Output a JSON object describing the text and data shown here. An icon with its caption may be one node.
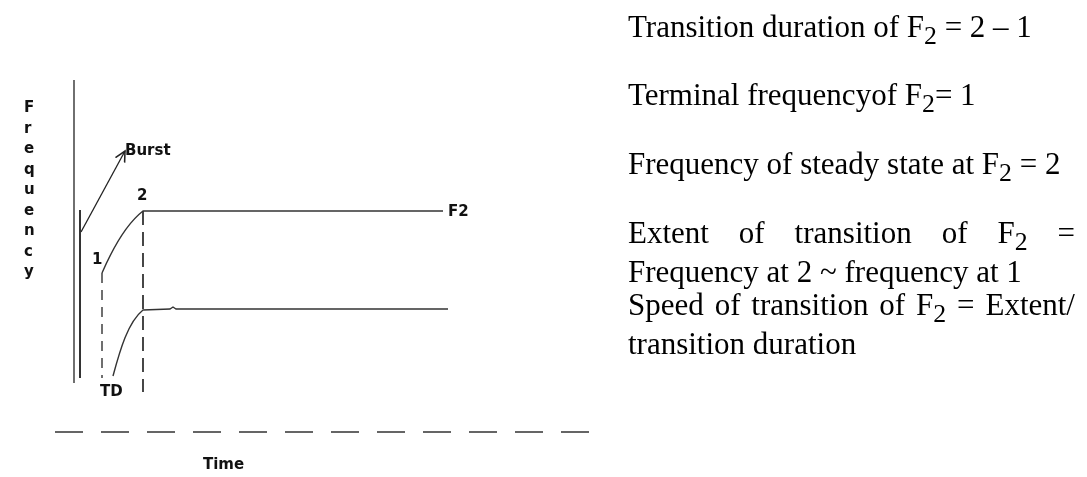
{
  "diagram": {
    "nodes": [
      {
        "text": [],
        "shape": "bar"
      },
      {
        "text": [
          "Burst"
        ]
      }
    ],
    "edges": [
      {
        "from": 0,
        "to": 1,
        "arrow": "to"
      }
    ],
    "labels": [
      "Frequency",
      "2",
      "F2",
      "1",
      "TD",
      "Time",
      "Transition duration of F$_{2}$ = 2 – 1",
      "Terminal frequencyof F$_{2}$= 1",
      "Frequency of steady state at F$_{2}$ = 2",
      "Extent of transition of F$_{2}$ = Frequency at 2  ~ frequency at 1",
      "Speed of transition of F$_{2}$ = Extent/ transition duration"
    ]
  }
}
